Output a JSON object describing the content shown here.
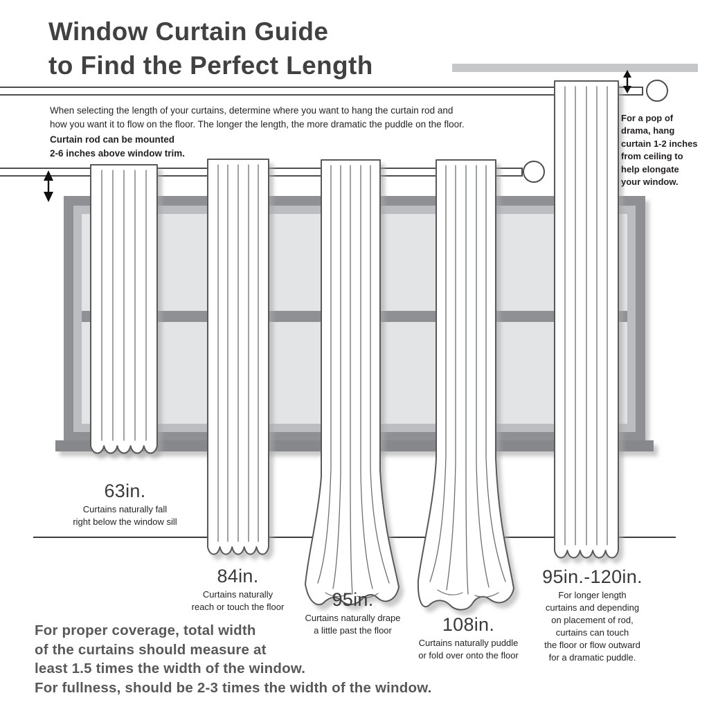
{
  "title": "Window Curtain Guide\nto Find the Perfect Length",
  "intro": "When selecting the length of your curtains, determine where you want to hang the curtain rod and\nhow you want it to flow on the floor. The longer the length, the more dramatic the puddle on the floor.",
  "rod_note": "Curtain rod can be mounted\n2-6 inches above window trim.",
  "ceiling_note": "For a pop of\ndrama, hang\ncurtain 1-2 inches\nfrom ceiling to\nhelp elongate\nyour window.",
  "curtains": [
    {
      "length": "63in.",
      "description": "Curtains naturally fall\nright below the window sill"
    },
    {
      "length": "84in.",
      "description": "Curtains naturally\nreach or touch the floor"
    },
    {
      "length": "95in.",
      "description": "Curtains naturally drape\na little past the floor"
    },
    {
      "length": "108in.",
      "description": "Curtains naturally puddle\nor fold over onto the floor"
    },
    {
      "length": "95in.-120in.",
      "description": "For longer length\ncurtains and depending\non placement of rod,\ncurtains can touch\nthe floor or flow outward\nfor a dramatic puddle."
    }
  ],
  "footer": "For proper coverage, total width\nof the curtains should measure at\nleast 1.5 times the width of the window.\nFor fullness, should be 2-3 times the width of the window.",
  "colors": {
    "frame_outer": "#8f9093",
    "frame_inner": "#bcbdc0",
    "pane": "#e3e4e5",
    "sill": "#87888b",
    "ceiling_bar": "#c6c7c9",
    "curtain_outline": "#58595b",
    "title_text": "#414042",
    "body_text": "#231f20",
    "footer_text": "#58585a"
  }
}
